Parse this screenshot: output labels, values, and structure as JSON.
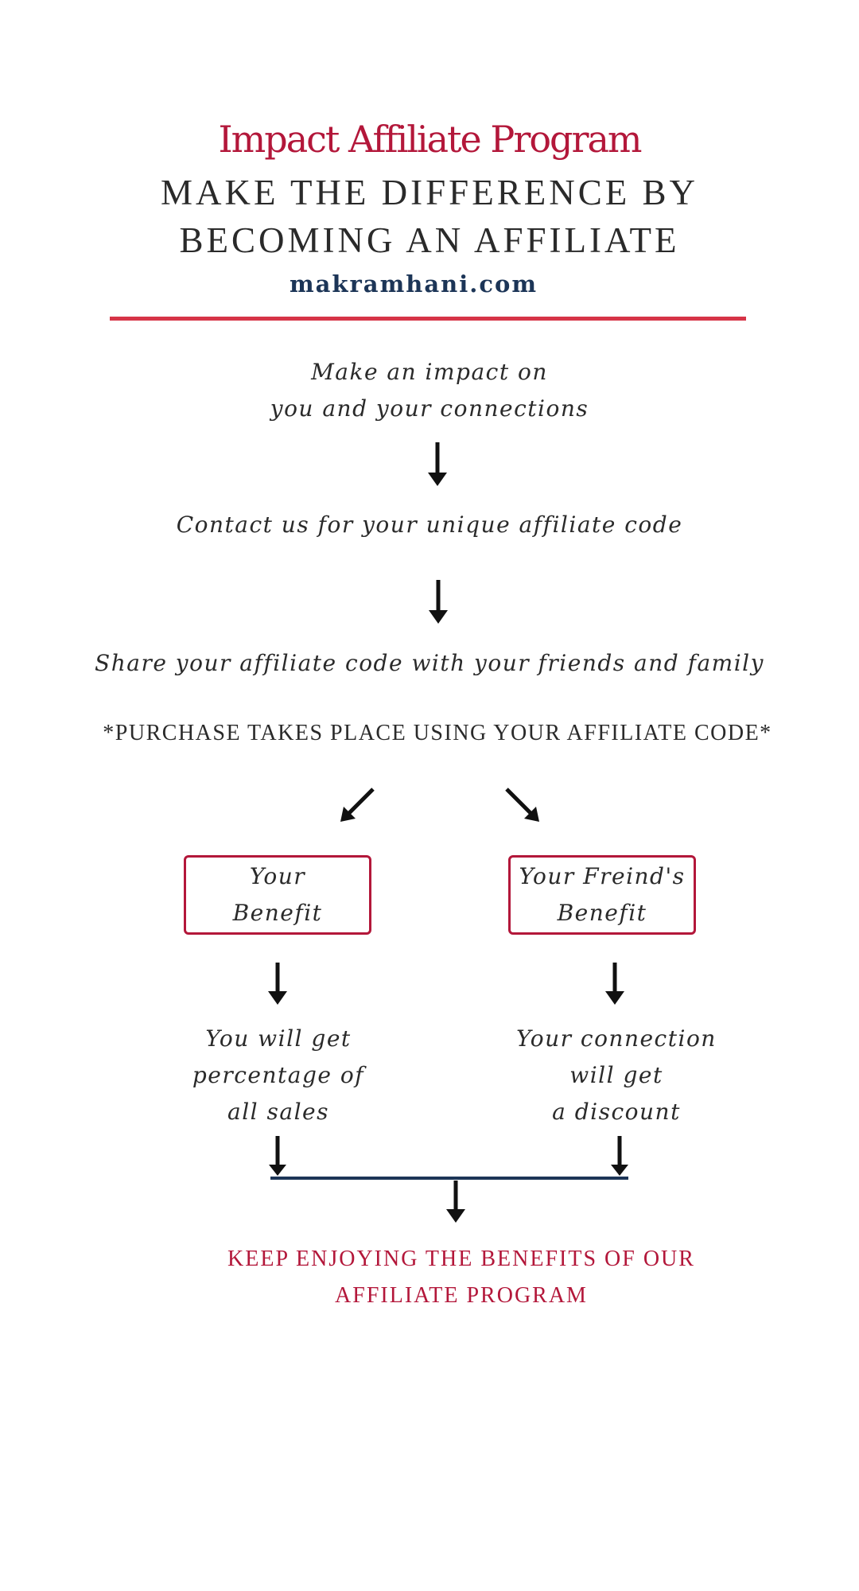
{
  "header": {
    "program_title": "Impact Affiliate Program",
    "headline_line1": "MAKE THE DIFFERENCE BY",
    "headline_line2": "BECOMING AN AFFILIATE",
    "site_url": "makramhani.com"
  },
  "flow": {
    "step1_line1": "Make an impact on",
    "step1_line2": "you and your connections",
    "step2": "Contact us for your unique affiliate code",
    "step3": "Share your affiliate code with your friends and family",
    "purchase_note": "*PURCHASE TAKES PLACE USING YOUR AFFILIATE CODE*",
    "left_box_line1": "Your",
    "left_box_line2": "Benefit",
    "right_box_line1": "Your Freind's",
    "right_box_line2": "Benefit",
    "left_outcome_line1": "You will get",
    "left_outcome_line2": "percentage of",
    "left_outcome_line3": "all sales",
    "right_outcome_line1": "Your connection",
    "right_outcome_line2": "will get",
    "right_outcome_line3": "a discount",
    "final_line1": "KEEP ENJOYING THE BENEFITS OF OUR",
    "final_line2": "AFFILIATE PROGRAM"
  },
  "colors": {
    "accent_red": "#b3173a",
    "divider_red": "#d63447",
    "navy": "#1c3557",
    "text": "#2a2a2a"
  }
}
